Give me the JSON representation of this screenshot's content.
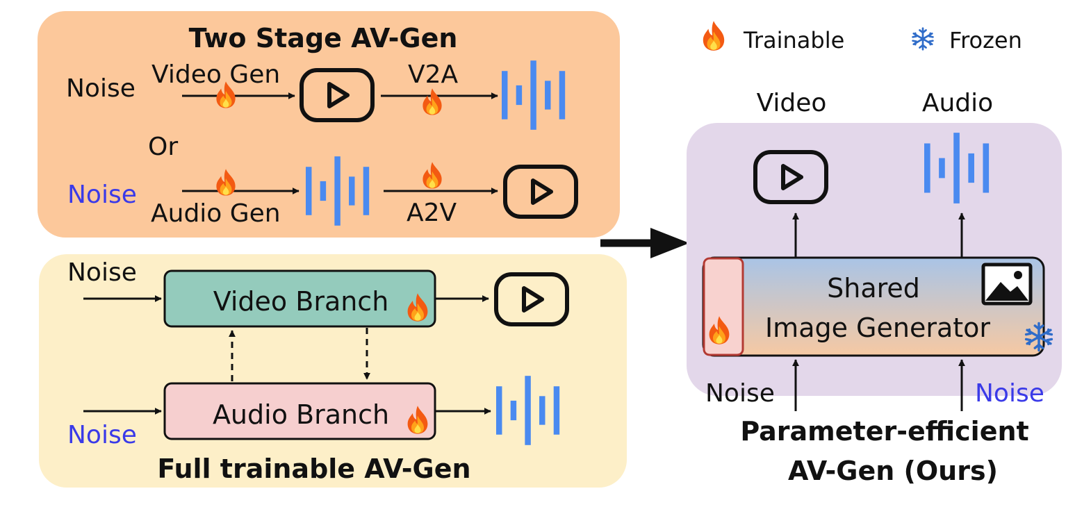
{
  "legend": {
    "trainable_label": "Trainable",
    "frozen_label": "Frozen",
    "trainable_icon": "fire-icon",
    "frozen_icon": "snowflake-icon"
  },
  "two_stage": {
    "title": "Two Stage AV-Gen",
    "noise_top": "Noise",
    "video_gen": "Video Gen",
    "v2a": "V2A",
    "or": "Or",
    "noise_bottom": "Noise",
    "audio_gen": "Audio Gen",
    "a2v": "A2V"
  },
  "full": {
    "noise_video": "Noise",
    "noise_audio": "Noise",
    "video_branch": "Video Branch",
    "audio_branch": "Audio Branch",
    "title": "Full trainable AV-Gen"
  },
  "ours": {
    "video_label": "Video",
    "audio_label": "Audio",
    "generator_line1": "Shared",
    "generator_line2": "Image Generator",
    "noise_left": "Noise",
    "noise_right": "Noise",
    "title_line1": "Parameter-efficient",
    "title_line2": "AV-Gen (Ours)"
  },
  "colors": {
    "two_stage_bg": "#fcc89b",
    "full_bg": "#fdefc8",
    "ours_bg": "#e3d7ea",
    "video_branch_fill": "#94cbbc",
    "audio_branch_fill": "#f6cfcf",
    "adapter_fill": "#f8d2cf",
    "audio_bars": "#4a8af0",
    "accent_blue": "#3a3ae8"
  }
}
